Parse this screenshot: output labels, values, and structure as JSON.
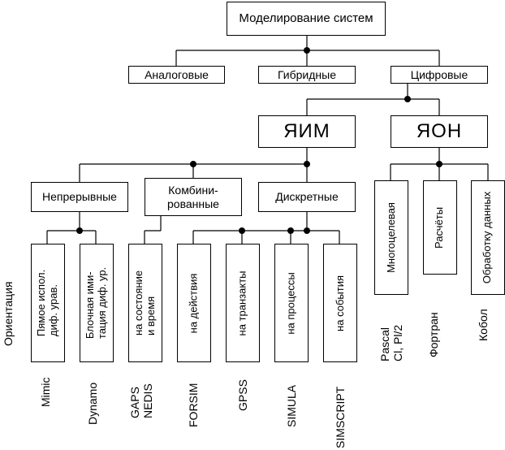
{
  "nodes": {
    "root": "Моделирование систем",
    "analog": "Аналоговые",
    "hybrid": "Гибридные",
    "digital": "Цифровые",
    "yaim": "ЯИМ",
    "yaon": "ЯОН",
    "continuous": "Непрерывные",
    "combined": "Комбини-\nрованные",
    "discrete": "Дискретные",
    "multipurpose": "Многоцелевая",
    "calc": "Расчёты",
    "dataproc": "Обработку данных",
    "direct": "Пямое испол.\nдиф. урав.",
    "block": "Блочная ими-\nтация диф. ур.",
    "state_time": "на состояние\nи время",
    "actions": "на действия",
    "transacts": "на транзакты",
    "processes": "на процессы",
    "events": "на события"
  },
  "orientation_label": "Ориентация",
  "languages": {
    "mimic": "Mimic",
    "dynamo": "Dynamo",
    "gaps": "GAPS\nNEDIS",
    "forsim": "FORSIM",
    "gpss": "GPSS",
    "simula": "SIMULA",
    "simscript": "SIMSCRIPT",
    "pascal": "Pascal\nCl, Pl/2",
    "fortran": "Фортран",
    "kobol": "Кобол"
  }
}
